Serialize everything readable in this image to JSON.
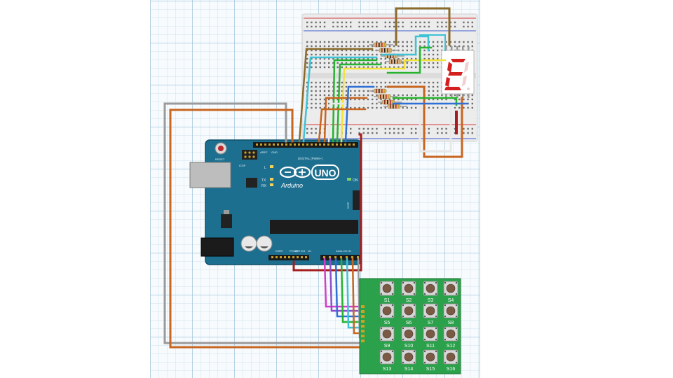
{
  "arduino": {
    "logo_text": "UNO",
    "brand_text": "Arduino",
    "on_label": "ON",
    "tx_label": "TX",
    "rx_label": "RX",
    "l_label": "L",
    "reset_label": "RESET",
    "icsp_label": "ICSP",
    "icsp2_label": "ICSP",
    "digital_label": "DIGITAL (PWM~)",
    "power_label": "POWER",
    "analog_label": "ANALOG IN",
    "aref_label": "AREF",
    "gnd_label": "GND",
    "ioref_label": "IOREF",
    "vin_label": "Vin",
    "five_v_label": "5V",
    "three_v_label": "3V3"
  },
  "display": {
    "shown_char": "E",
    "segment_color": "#d41f1f"
  },
  "keypad": {
    "keys": [
      "S1",
      "S2",
      "S3",
      "S4",
      "S5",
      "S6",
      "S7",
      "S8",
      "S9",
      "S10",
      "S11",
      "S12",
      "S13",
      "S14",
      "S15",
      "S16"
    ],
    "board_color": "#2aa14a"
  },
  "wires": {
    "colors": {
      "orange": "#c8651f",
      "gray": "#9a9a9a",
      "brown": "#8b6a2b",
      "cyan": "#3fc1d6",
      "yellow": "#f2e23b",
      "green": "#27b32f",
      "blue": "#2f6fd6",
      "white": "#e8e8e8",
      "red": "#a51d1d",
      "magenta": "#d43dc9",
      "purple": "#8c4fc9"
    }
  }
}
